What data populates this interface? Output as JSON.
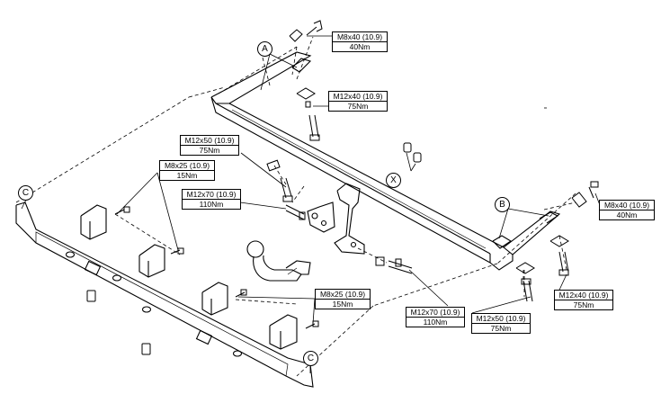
{
  "fasteners": [
    {
      "spec": "M8x40 (10.9)",
      "torque": "40Nm"
    },
    {
      "spec": "M12x40 (10.9)",
      "torque": "75Nm"
    },
    {
      "spec": "M12x50 (10.9)",
      "torque": "75Nm"
    },
    {
      "spec": "M8x25 (10.9)",
      "torque": "15Nm"
    },
    {
      "spec": "M12x70 (10.9)",
      "torque": "110Nm"
    },
    {
      "spec": "M8x40 (10.9)",
      "torque": "40Nm"
    },
    {
      "spec": "M12x40 (10.9)",
      "torque": "75Nm"
    },
    {
      "spec": "M8x25 (10.9)",
      "torque": "15Nm"
    },
    {
      "spec": "M12x70 (10.9)",
      "torque": "110Nm"
    },
    {
      "spec": "M12x50 (10.9)",
      "torque": "75Nm"
    }
  ],
  "markers": [
    "A",
    "B",
    "C",
    "C",
    "X"
  ]
}
